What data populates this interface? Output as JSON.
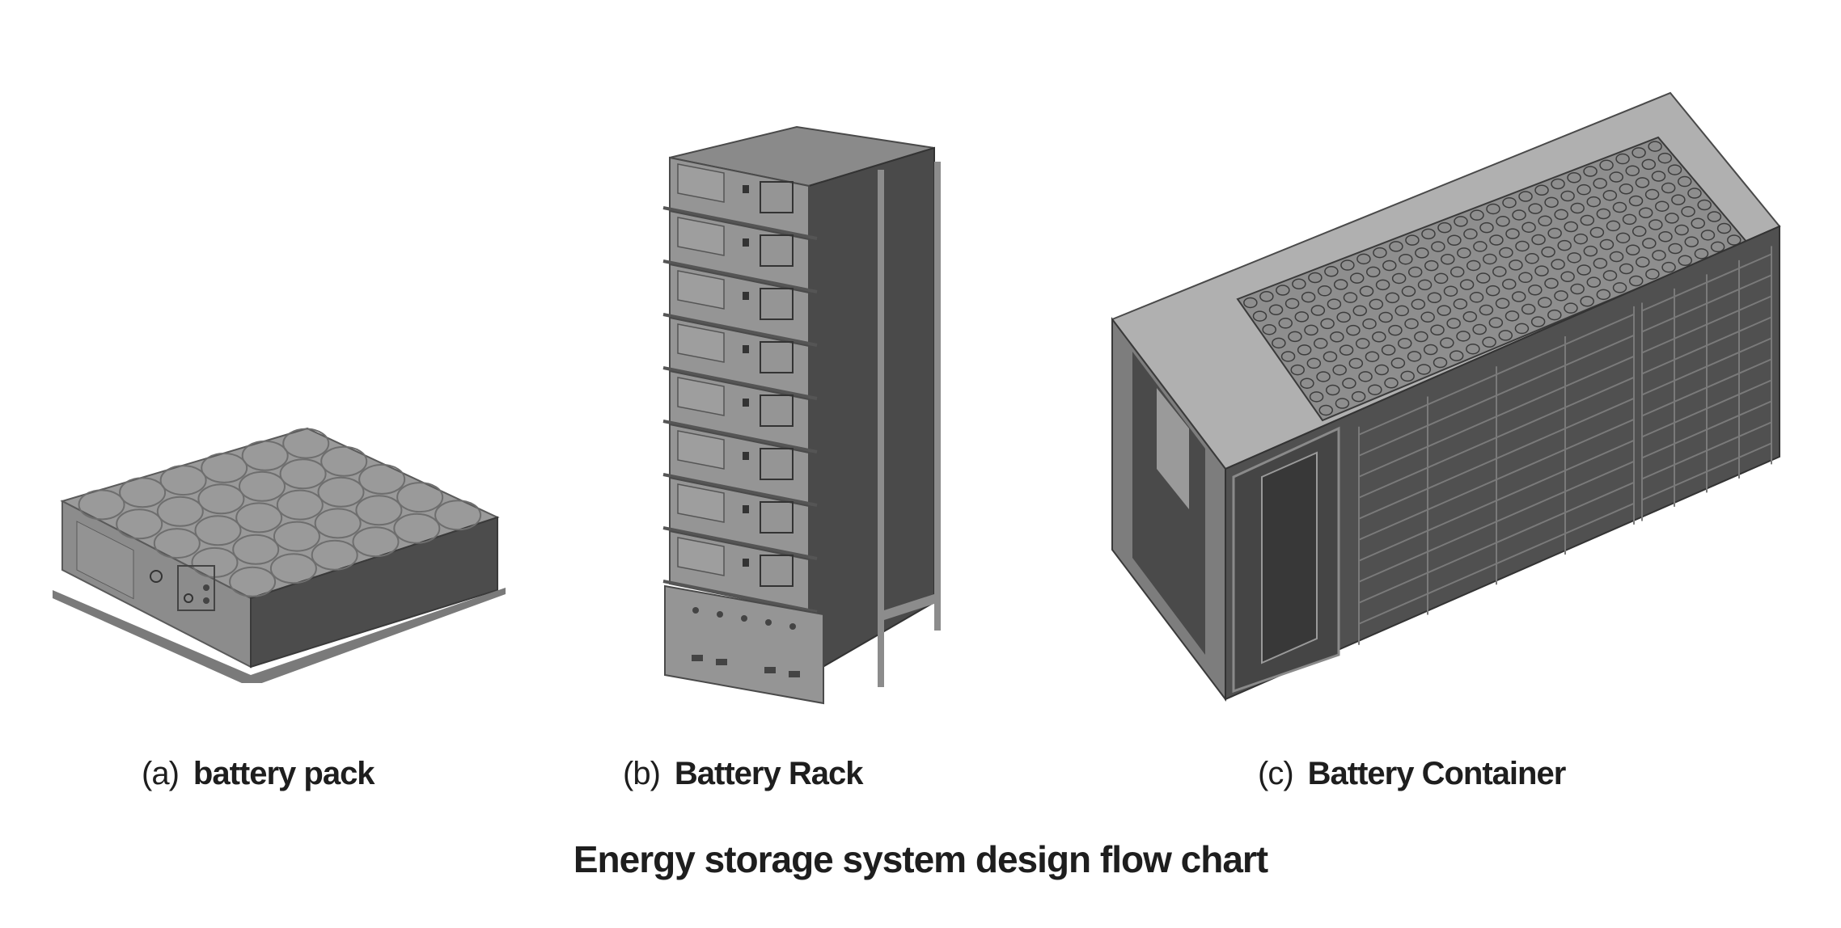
{
  "figure": {
    "title": "Energy storage system design flow chart",
    "panels": [
      {
        "tag": "(a)",
        "label": "battery pack",
        "illustration": "battery-pack-illustration"
      },
      {
        "tag": "(b)",
        "label": "Battery Rack",
        "illustration": "battery-rack-illustration"
      },
      {
        "tag": "(c)",
        "label": "Battery Container",
        "illustration": "battery-container-illustration"
      }
    ],
    "rack_module_count": 8
  }
}
